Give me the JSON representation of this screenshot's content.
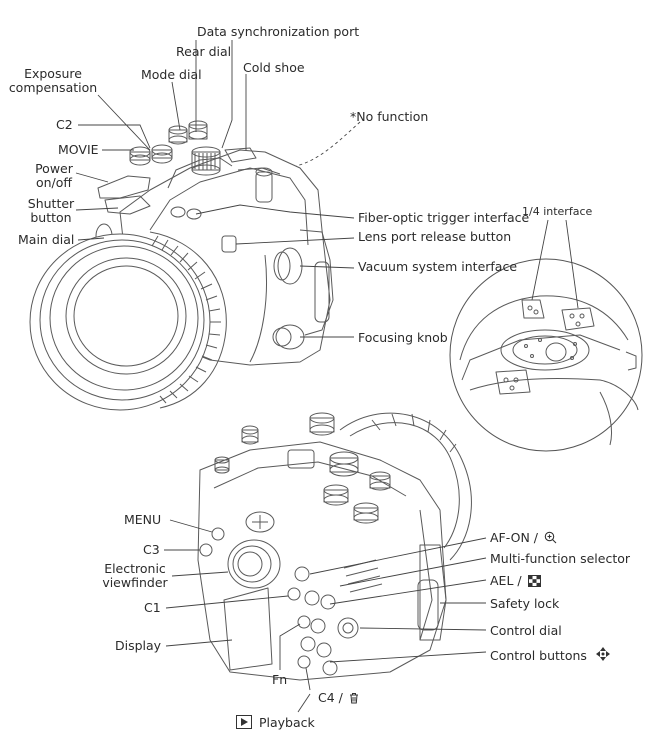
{
  "top_labels": {
    "data_sync_port": "Data synchronization port",
    "rear_dial": "Rear dial",
    "mode_dial": "Mode dial",
    "cold_shoe": "Cold shoe",
    "exposure_compensation_1": "Exposure",
    "exposure_compensation_2": "compensation",
    "c2": "C2",
    "movie": "MOVIE",
    "power_1": "Power",
    "power_2": "on/off",
    "shutter_1": "Shutter",
    "shutter_2": "button",
    "main_dial": "Main dial",
    "no_function": "*No function",
    "fiber_optic": "Fiber-optic trigger interface",
    "lens_port_release": "Lens port release button",
    "vacuum": "Vacuum system interface",
    "focusing_knob": "Focusing knob"
  },
  "inset": {
    "interface_label": "1/4 interface"
  },
  "bottom_labels": {
    "menu": "MENU",
    "c3": "C3",
    "evf_1": "Electronic",
    "evf_2": "viewfinder",
    "c1": "C1",
    "display": "Display",
    "fn": "Fn",
    "c4": "C4 /",
    "playback": "Playback",
    "af_on": "AF-ON /",
    "multi_selector": "Multi-function selector",
    "ael": "AEL /",
    "safety_lock": "Safety lock",
    "control_dial": "Control dial",
    "control_buttons": "Control buttons"
  },
  "icons": [
    "magnifier-plus-icon",
    "checker-grid-icon",
    "trash-icon",
    "play-icon",
    "four-way-arrows-icon"
  ],
  "colors": {
    "line": "#444444",
    "text": "#2b2b2b"
  }
}
